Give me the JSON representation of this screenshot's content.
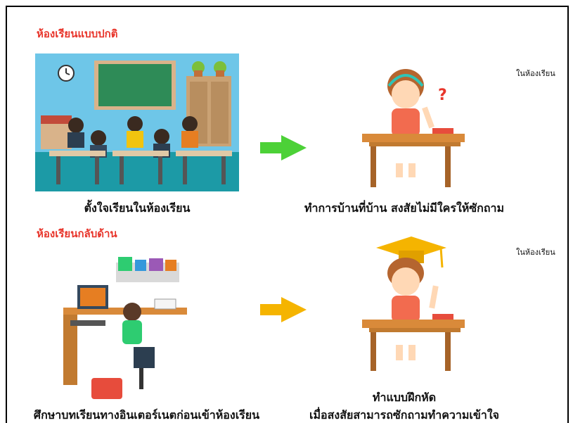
{
  "sections": [
    {
      "title": "ห้องเรียนแบบปกติ",
      "left_caption": "ตั้งใจเรียนในห้องเรียน",
      "right_caption": "ทำการบ้านที่บ้าน สงสัยไม่มีใครให้ซักถาม",
      "note": "ในห้องเรียน",
      "arrow_color": "#4cd137"
    },
    {
      "title": "ห้องเรียนกลับด้าน",
      "left_caption": "ศึกษาบทเรียนทางอินเตอร์เนตก่อนเข้าห้องเรียน",
      "right_caption_line1": "ทำแบบฝึกหัด",
      "right_caption_line2": "เมื่อสงสัยสามารถซักถามทำความเข้าใจ",
      "note": "ในห้องเรียน",
      "arrow_color": "#f5b400"
    }
  ],
  "colors": {
    "accent_red": "#e8352b",
    "classroom_bg": "#6ec6e8",
    "board": "#2e8b57"
  }
}
